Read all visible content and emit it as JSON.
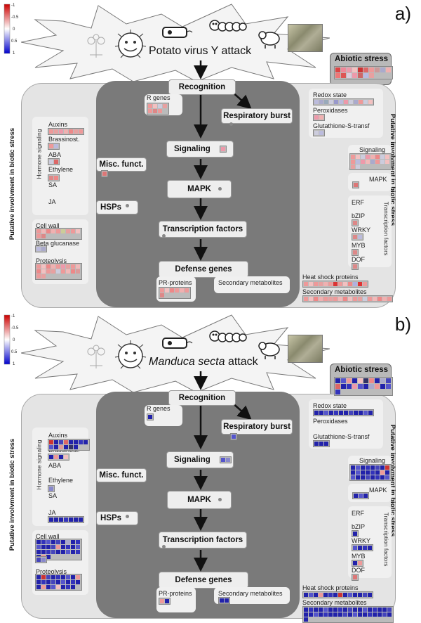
{
  "legend": {
    "ticks": [
      "1",
      "0.5",
      "0",
      "-0.5",
      "-1"
    ]
  },
  "side_labels": {
    "left": "Putative involvment in biotic stress",
    "right": "Putative involvment in biotic stress"
  },
  "nodes": {
    "recognition": "Recognition",
    "respiratory_burst": "Respiratory burst",
    "signaling": "Signaling",
    "misc": "Misc. funct.",
    "mapk": "MAPK",
    "hsps": "HSPs",
    "tf": "Transcription factors",
    "defense": "Defense genes",
    "abiotic": "Abiotic stress"
  },
  "labels": {
    "r_genes": "R genes",
    "hormone_signaling": "Hormone signaling",
    "auxins": "Auxins",
    "brassinost": "Brassinost.",
    "aba": "ABA",
    "ethylene": "Ethylene",
    "sa": "SA",
    "ja": "JA",
    "cell_wall": "Cell wall",
    "beta_glucanase": "Beta glucanase",
    "proteolysis": "Proteolysis",
    "pr_proteins": "PR-proteins",
    "secondary_metabolites": "Secondary metabolites",
    "redox": "Redox state",
    "peroxidases": "Peroxidases",
    "gst": "Glutathione-S-transf",
    "signaling": "Signaling",
    "mapk": "MAPK",
    "erf": "ERF",
    "bzip": "bZIP",
    "wrky": "WRKY",
    "myb": "MYB",
    "dof": "DOF",
    "transcription_factors": "Transcription factors",
    "heat_shock": "Heat shock proteins",
    "secondary_metabolites_right": "Secondary metabolites"
  },
  "panels": [
    {
      "letter": "a)",
      "attack_prefix": "Potato virus Y",
      "attack_suffix": " attack",
      "cells": {
        "abiotic": [
          "#d44",
          "#e89",
          "#e9a",
          "#f3c0c0",
          "#c33",
          "#d66",
          "#e99",
          "#c99",
          "#aac",
          "#f1b0b0",
          "#e77",
          "#d55",
          "#dcd",
          "#e9a",
          "#c66",
          "#b9b9e0",
          "#e8a0a0"
        ],
        "auxins": [
          "#e99",
          "#e8a0a0",
          "#e9a",
          "#f1b0b0",
          "#e88",
          "#e7a0a0",
          "#e99"
        ],
        "brassinost": [
          "#e99",
          "#bbd"
        ],
        "aba": [
          "#ccd",
          "#d66"
        ],
        "ethylene": [
          "#d88",
          "#e88"
        ],
        "cell_wall": [
          "#e99",
          "#f2b8b8",
          "#e88",
          "#f1b0b0",
          "#e99",
          "#cc9",
          "#e8a0a0",
          "#e99",
          "#f3c0c0",
          "#e99",
          "#d88"
        ],
        "beta_glucanase": [
          "#bbd",
          "#aac"
        ],
        "proteolysis": [
          "#e99",
          "#f3c0c0",
          "#e88",
          "#f1b0b0",
          "#e99",
          "#e9a",
          "#e8a0a0",
          "#e99",
          "#f2b8b8",
          "#e88",
          "#f3c0c0",
          "#e99",
          "#e8a0a0",
          "#ccd",
          "#e99",
          "#f2b8b8",
          "#e88",
          "#d99",
          "#e99",
          "#e8a0a0"
        ],
        "r_genes": [
          "#e99",
          "#f3c0c0",
          "#ccd",
          "#e8a0a0",
          "#e99",
          "#d88",
          "#e99"
        ],
        "signaling_main": [
          "#e9a"
        ],
        "misc": [
          "#d77"
        ],
        "pr": [
          "#e99",
          "#f3c0c0",
          "#e88",
          "#e99",
          "#f1b0b0",
          "#e99",
          "#d88"
        ],
        "redox": [
          "#bbd",
          "#aac",
          "#9ab",
          "#ccd",
          "#99c",
          "#bbd",
          "#e9a",
          "#ccd",
          "#aac",
          "#e99",
          "#ccd",
          "#f3c0c0"
        ],
        "peroxidases": [
          "#e9a",
          "#f1b0b0"
        ],
        "gst": [
          "#ccd",
          "#bbd"
        ],
        "sig_right": [
          "#e99",
          "#f3c0c0",
          "#ccd",
          "#e9a",
          "#f1b0b0",
          "#e88",
          "#ccd",
          "#f3c0c0",
          "#e99",
          "#bbd",
          "#e9a",
          "#f2b8b8",
          "#aac",
          "#e99",
          "#ccd",
          "#f3c0c0",
          "#e8a0a0",
          "#ccd"
        ],
        "mapk_right": [
          "#d77"
        ],
        "bzip": [
          "#d88"
        ],
        "wrky": [
          "#d88",
          "#bbd"
        ],
        "myb": [
          "#d88"
        ],
        "dof": [
          "#d88"
        ],
        "heat": [
          "#e99",
          "#f3c0c0",
          "#e99",
          "#e8a0a0",
          "#f1b0b0",
          "#e99",
          "#d33",
          "#e99",
          "#f3c0c0",
          "#e88",
          "#b0b0e0",
          "#d33",
          "#e99"
        ],
        "secmet_right": [
          "#e99",
          "#f3c0c0",
          "#e88",
          "#f1b0b0",
          "#e99",
          "#e8a0a0",
          "#e99",
          "#f2b8b8",
          "#e88",
          "#f3c0c0",
          "#e99",
          "#e8a0a0",
          "#ccd",
          "#e99",
          "#f2b8b8",
          "#e88",
          "#f1b0b0",
          "#e99"
        ],
        "resp": [],
        "ja": [],
        "secmet_inner": []
      }
    },
    {
      "letter": "b)",
      "attack_prefix": "Manduca secta",
      "attack_suffix": " attack",
      "cells": {
        "abiotic": [
          "#22a",
          "#55c",
          "#e99",
          "#22a",
          "#f3c0c0",
          "#336",
          "#e88",
          "#22a",
          "#aac",
          "#44b",
          "#d66",
          "#22a",
          "#33b",
          "#e9a",
          "#55c",
          "#22a",
          "#aac",
          "#e99",
          "#22a",
          "#55c",
          "#33b"
        ],
        "auxins": [
          "#c33",
          "#22a",
          "#44b",
          "#d66",
          "#22a",
          "#22a",
          "#33b",
          "#22a",
          "#55c",
          "#22a",
          "#d99",
          "#22a",
          "#336",
          "#22a"
        ],
        "brassinost": [
          "#22a",
          "#e99",
          "#22a",
          "#f3c0c0"
        ],
        "aba": [],
        "ethylene": [
          "#88c"
        ],
        "cell_wall": [
          "#22a",
          "#33b",
          "#55c",
          "#22a",
          "#44b",
          "#22a",
          "#aac",
          "#22a",
          "#33b",
          "#55c",
          "#22a",
          "#22a",
          "#44b",
          "#e99",
          "#22a",
          "#33b",
          "#22a",
          "#55c",
          "#22a",
          "#22a",
          "#33b",
          "#44b",
          "#22a",
          "#22a",
          "#55c",
          "#22a",
          "#33b",
          "#22a",
          "#e99",
          "#22a"
        ],
        "beta_glucanase": [
          "#44b",
          "#88c"
        ],
        "proteolysis": [
          "#22a",
          "#c33",
          "#44b",
          "#22a",
          "#33b",
          "#22a",
          "#55c",
          "#22a",
          "#e99",
          "#22a",
          "#33b",
          "#22a",
          "#44b",
          "#22a",
          "#55c",
          "#22a",
          "#33b",
          "#22a",
          "#22a",
          "#e99",
          "#22a",
          "#55c",
          "#f3c0c0",
          "#22a",
          "#33b",
          "#22a"
        ],
        "r_genes": [
          "#22a"
        ],
        "signaling_main": [
          "#55c",
          "#88c"
        ],
        "misc": [],
        "pr": [
          "#e99",
          "#22a"
        ],
        "redox": [
          "#22a",
          "#22a",
          "#55c",
          "#22a",
          "#33b",
          "#22a",
          "#22a",
          "#44b",
          "#22a",
          "#22a",
          "#55c",
          "#22a"
        ],
        "peroxidases": [],
        "gst": [
          "#22a",
          "#22a",
          "#22a"
        ],
        "sig_right": [
          "#22a",
          "#55c",
          "#22a",
          "#33b",
          "#22a",
          "#44b",
          "#22a",
          "#c33",
          "#22a",
          "#55c",
          "#22a",
          "#22a",
          "#33b",
          "#22a",
          "#e99",
          "#22a",
          "#55c",
          "#22a",
          "#22a",
          "#44b",
          "#22a",
          "#33b",
          "#22a",
          "#55c"
        ],
        "mapk_right": [
          "#22a",
          "#55c",
          "#22a"
        ],
        "bzip": [
          "#22a"
        ],
        "wrky": [
          "#55c",
          "#22a",
          "#33b",
          "#22a"
        ],
        "myb": [
          "#22a",
          "#e99"
        ],
        "dof": [
          "#d77"
        ],
        "heat": [
          "#22a",
          "#55c",
          "#22a",
          "#e99",
          "#22a",
          "#33b",
          "#22a",
          "#c33",
          "#22a",
          "#55c",
          "#22a",
          "#22a",
          "#44b",
          "#22a"
        ],
        "secmet_right": [
          "#22a",
          "#33b",
          "#22a",
          "#22a",
          "#55c",
          "#22a",
          "#22a",
          "#33b",
          "#22a",
          "#44b",
          "#22a",
          "#22a",
          "#55c",
          "#22a",
          "#33b",
          "#22a",
          "#22a",
          "#44b",
          "#22a",
          "#22a",
          "#55c",
          "#22a",
          "#33b",
          "#22a",
          "#22a",
          "#22a",
          "#44b",
          "#22a",
          "#55c",
          "#22a",
          "#22a",
          "#33b",
          "#22a",
          "#22a",
          "#44b",
          "#22a",
          "#22a"
        ],
        "resp": [
          "#55c"
        ],
        "ja": [
          "#22a",
          "#22a",
          "#22a",
          "#33b",
          "#22a",
          "#22a",
          "#22a"
        ],
        "secmet_inner": [
          "#22a",
          "#22a"
        ]
      }
    }
  ]
}
